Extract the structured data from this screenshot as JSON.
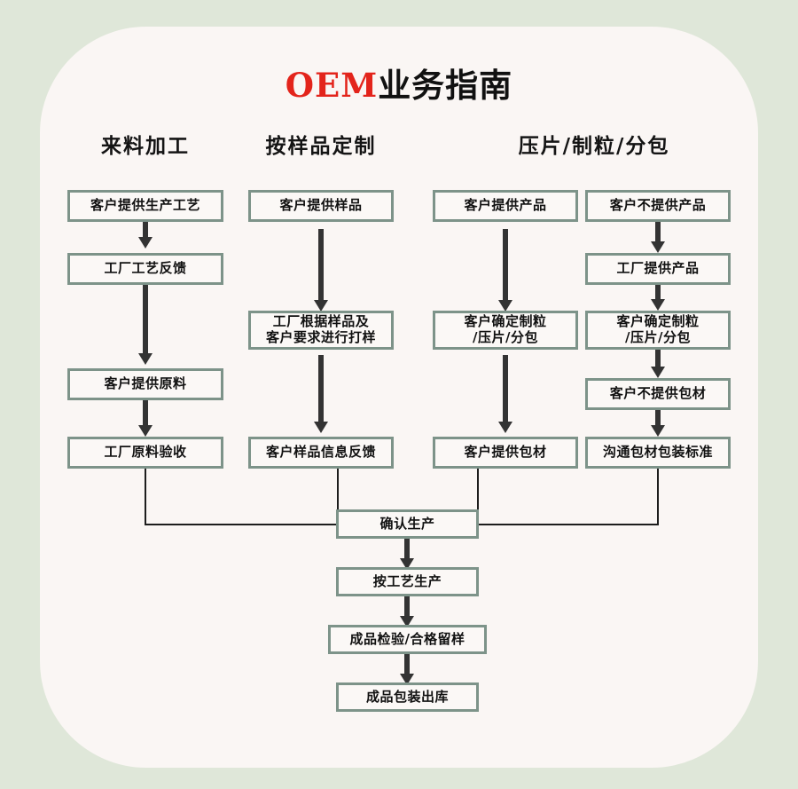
{
  "theme": {
    "page_background": "#dfe7d9",
    "panel_background": "#faf6f4",
    "node_border": "#7d9389",
    "node_fill": "#fbf8f6",
    "arrow_color": "#333333",
    "title_accent": "#e3241b",
    "text_color": "#111111"
  },
  "title": {
    "accent": "OEM",
    "rest": "业务指南",
    "full": "OEM业务指南"
  },
  "columns": [
    {
      "header": "来料加工"
    },
    {
      "header": "按样品定制"
    },
    {
      "header": "压片/制粒/分包"
    }
  ],
  "nodes": {
    "c1_1": "客户提供生产工艺",
    "c1_2": "工厂工艺反馈",
    "c1_3": "客户提供原料",
    "c1_4": "工厂原料验收",
    "c2_1": "客户提供样品",
    "c2_2": "工厂根据样品及\n客户要求进行打样",
    "c2_3": "客户样品信息反馈",
    "c3_1": "客户提供产品",
    "c3_2": "客户确定制粒\n/压片/分包",
    "c3_3": "客户提供包材",
    "c4_1": "客户不提供产品",
    "c4_2": "工厂提供产品",
    "c4_3": "客户确定制粒\n/压片/分包",
    "c4_4": "客户不提供包材",
    "c4_5": "沟通包材包装标准",
    "merge": "确认生产",
    "final_1": "按工艺生产",
    "final_2": "成品检验/合格留样",
    "final_3": "成品包装出库"
  }
}
